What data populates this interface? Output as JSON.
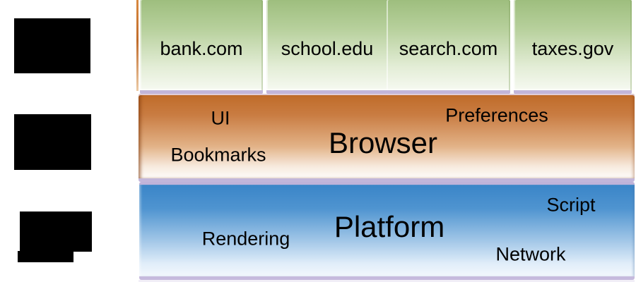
{
  "diagram": {
    "type": "layered-architecture",
    "web_pages_row": {
      "items": [
        "bank.com",
        "school.edu",
        "search.com",
        "taxes.gov"
      ]
    },
    "browser_layer": {
      "title": "Browser",
      "components": [
        "UI",
        "Preferences",
        "Bookmarks"
      ]
    },
    "platform_layer": {
      "title": "Platform",
      "components": [
        "Script",
        "Rendering",
        "Network"
      ]
    },
    "redacted_block_count": "3",
    "colors": {
      "page_box_top": "#9ebe7e",
      "page_box_bottom": "#f6f9f1",
      "browser_layer_top": "#bf6b28",
      "browser_layer_bottom": "#fefcfa",
      "platform_layer_top": "#3a85c8",
      "platform_layer_bottom": "#f2f8fd",
      "edge_lavender": "#c2b6da",
      "text": "#000000"
    }
  }
}
